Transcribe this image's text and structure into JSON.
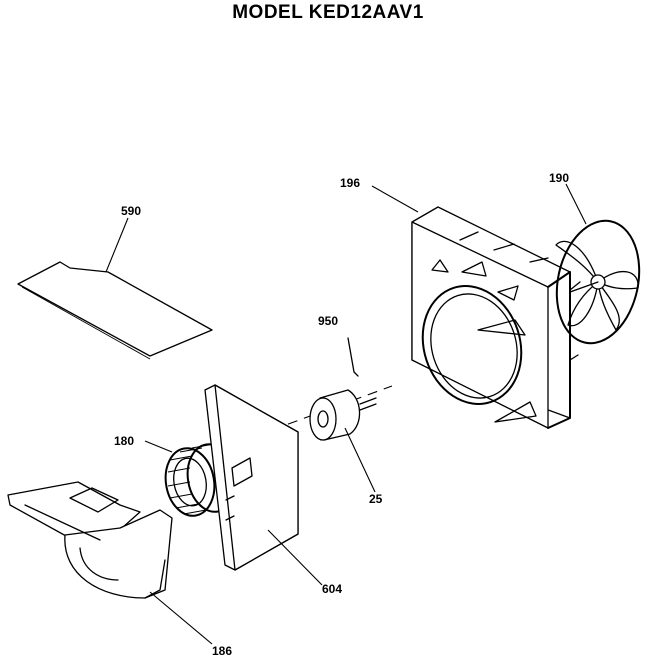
{
  "title": "MODEL KED12AAV1",
  "parts": [
    {
      "label": "590"
    },
    {
      "label": "196"
    },
    {
      "label": "190"
    },
    {
      "label": "950"
    },
    {
      "label": "180"
    },
    {
      "label": "25"
    },
    {
      "label": "604"
    },
    {
      "label": "186"
    }
  ]
}
